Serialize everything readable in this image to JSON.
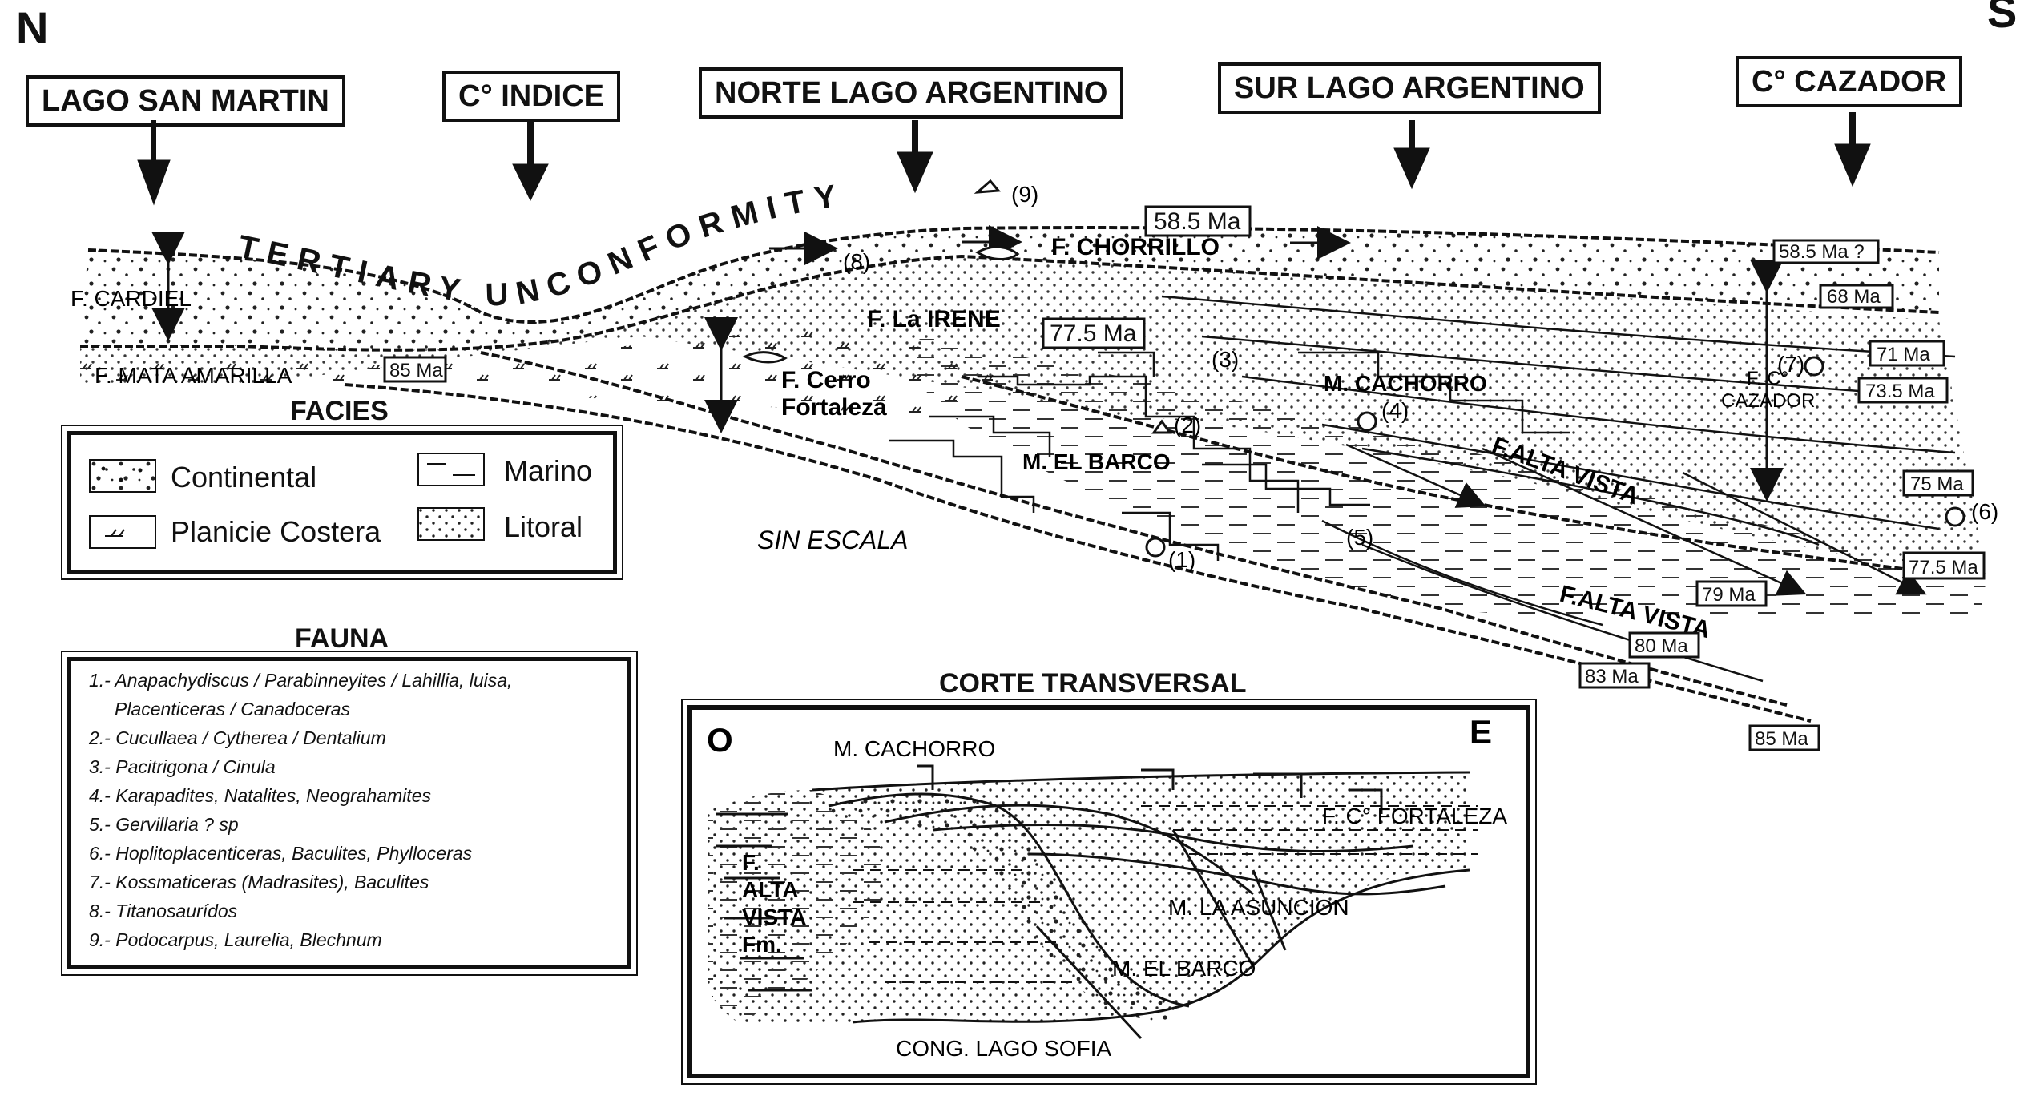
{
  "compass": {
    "north": "N",
    "south": "S"
  },
  "locations": [
    "LAGO SAN MARTIN",
    "C° INDICE",
    "NORTE LAGO ARGENTINO",
    "SUR LAGO ARGENTINO",
    "C° CAZADOR"
  ],
  "unconformity": "TERTIARY UNCONFORMITY",
  "formations": {
    "cardiel": "F. CARDIEL",
    "mata_amarilla": "F. MATA AMARILLA",
    "chorrillo": "F. CHORRILLO",
    "la_irene": "F. La IRENE",
    "cerro_fortaleza_1": "F. Cerro",
    "cerro_fortaleza_2": "Fortaleza",
    "cachorro": "M. CACHORRO",
    "el_barco": "M. EL BARCO",
    "alta_vista_1": "F.ALTA VISTA",
    "alta_vista_2": "F.ALTA VISTA",
    "cazador_1": "F. C°",
    "cazador_2": "CAZADOR",
    "sin_escala": "SIN ESCALA"
  },
  "ages": {
    "a58_5_top": "58.5 Ma",
    "a58_5_q": "58.5 Ma ?",
    "a68": "68 Ma",
    "a71": "71 Ma",
    "a73_5": "73.5 Ma",
    "a75": "75 Ma",
    "a77_5_right": "77.5 Ma",
    "a77_5_mid": "77.5 Ma",
    "a79": "79 Ma",
    "a80": "80 Ma",
    "a83": "83 Ma",
    "a85_right": "85 Ma",
    "a85_left": "85 Ma"
  },
  "markers": {
    "m1": "(1)",
    "m2": "(2)",
    "m3": "(3)",
    "m4": "(4)",
    "m5": "(5)",
    "m6": "(6)",
    "m7": "(7)",
    "m8": "(8)",
    "m9": "(9)"
  },
  "facies": {
    "title": "FACIES",
    "continental": "Continental",
    "planicie": "Planicie Costera",
    "marino": "Marino",
    "litoral": "Litoral"
  },
  "fauna": {
    "title": "FAUNA",
    "items": [
      "1.- Anapachydiscus / Parabinneyites / Lahillia, luisa,",
      "Placenticeras / Canadoceras",
      "2.- Cucullaea / Cytherea / Dentalium",
      "3.- Pacitrigona / Cinula",
      "4.- Karapadites, Natalites, Neograhamites",
      "5.- Gervillaria ? sp",
      "6.- Hoplitoplacenticeras, Baculites, Phylloceras",
      "7.- Kossmaticeras (Madrasites), Baculites",
      "8.- Titanosaurídos",
      "9.- Podocarpus, Laurelia, Blechnum"
    ]
  },
  "cross_section": {
    "title": "CORTE TRANSVERSAL",
    "west": "O",
    "east": "E",
    "cachorro": "M. CACHORRO",
    "fortaleza": "F. C° FORTALEZA",
    "alta_vista": [
      "F.",
      "ALTA",
      "VISTA",
      "Fm."
    ],
    "asuncion": "M. LA ASUNCION",
    "el_barco": "M. EL BARCO",
    "lago_sofia": "CONG. LAGO SOFIA"
  }
}
